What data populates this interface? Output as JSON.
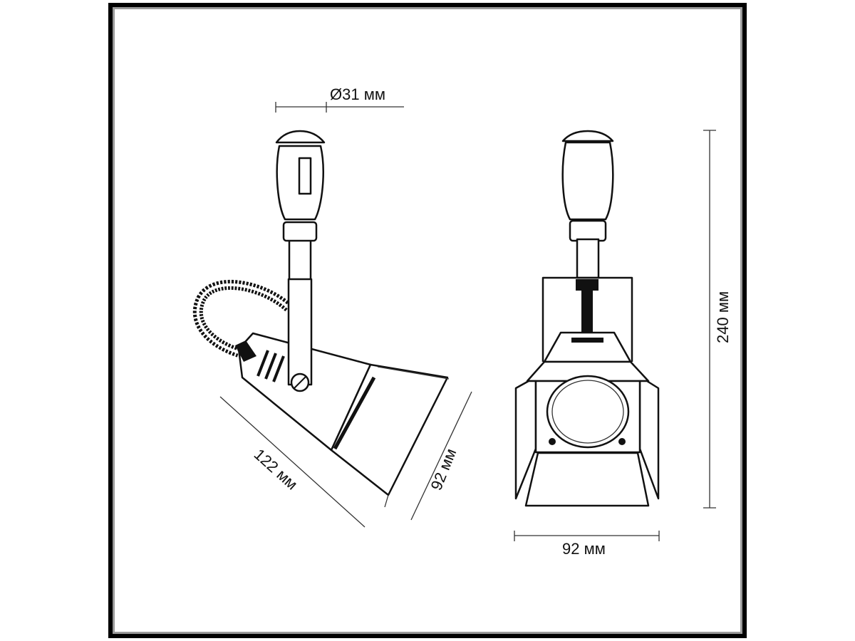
{
  "dimensions": {
    "diameter": "Ø31 мм",
    "length": "122 мм",
    "side_height": "92 мм",
    "total_height": "240 мм",
    "width": "92 мм"
  }
}
